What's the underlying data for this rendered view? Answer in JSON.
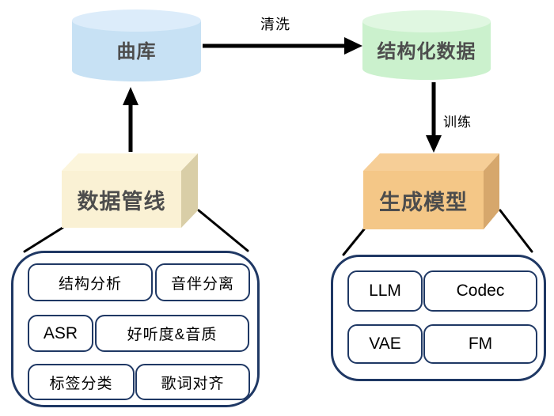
{
  "nodes": {
    "song_library": "曲库",
    "structured_data": "结构化数据",
    "data_pipeline": "数据管线",
    "generative_model": "生成模型"
  },
  "edges": {
    "clean": "清洗",
    "train": "训练"
  },
  "pipeline": {
    "items": [
      "结构分析",
      "音伴分离",
      "ASR",
      "好听度&音质",
      "标签分类",
      "歌词对齐"
    ]
  },
  "models": {
    "items": [
      "LLM",
      "Codec",
      "VAE",
      "FM"
    ]
  },
  "colors": {
    "cylinder_blue_body": "#C7E1F4",
    "cylinder_blue_top": "#DCECFA",
    "cylinder_green_body": "#CBF1CD",
    "cylinder_green_top": "#E0F7E1",
    "box_beige_front": "#FAF1D4",
    "box_beige_top": "#FCF5DC",
    "box_beige_side": "#D9CEA7",
    "box_orange_front": "#F4C787",
    "box_orange_top": "#F6CE97",
    "box_orange_side": "#D6A76C",
    "container_border": "#1F3864",
    "arrow_color": "#000000",
    "node_label_color": "#4D4D4D"
  }
}
